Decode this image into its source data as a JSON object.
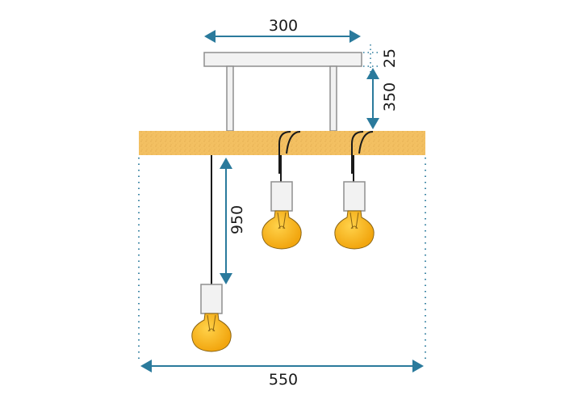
{
  "dimensions": {
    "bracket_width": "300",
    "plate_thickness": "25",
    "rod_length": "350",
    "cable_length": "950",
    "total_width": "550"
  },
  "colors": {
    "dimension_line": "#2a7a9c",
    "wood": "#f3c062",
    "wood_grain": "#dca748",
    "cable": "#1a1a1a",
    "bulb": "#f7b21c",
    "bulb_outline": "#8a6414",
    "metal": "#f2f2f2",
    "metal_outline": "#8f8f8f"
  },
  "icons": {
    "lamp_shape": "pendant-bulb-icon"
  }
}
